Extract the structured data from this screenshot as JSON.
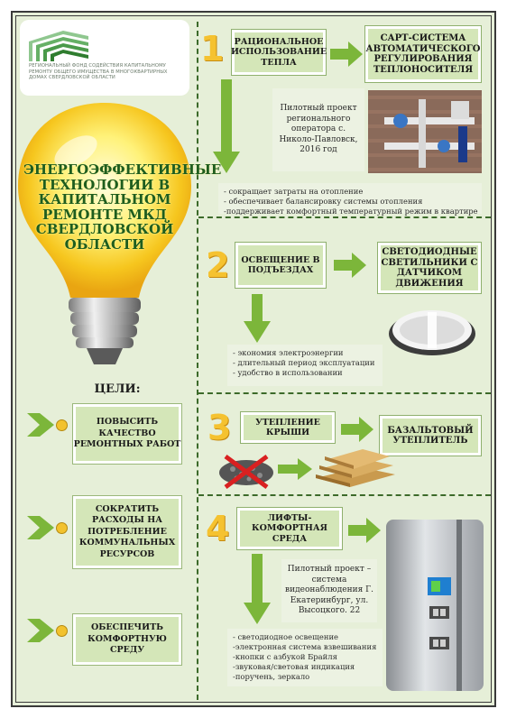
{
  "logo": {
    "org_text": "РЕГИОНАЛЬНЫЙ ФОНД СОДЕЙСТВИЯ КАПИТАЛЬНОМУ РЕМОНТУ ОБЩЕГО ИМУЩЕСТВА В МНОГОКВАРТИРНЫХ ДОМАХ СВЕРДЛОВСКОЙ ОБЛАСТИ"
  },
  "bulb_title": "ЭНЕРГОЭФФЕКТИВНЫЕ ТЕХНОЛОГИИ В КАПИТАЛЬНОМ РЕМОНТЕ МКД СВЕРДЛОВСКОЙ ОБЛАСТИ",
  "goals": {
    "title": "ЦЕЛИ:",
    "items": [
      "ПОВЫСИТЬ КАЧЕСТВО РЕМОНТНЫХ РАБОТ",
      "СОКРАТИТЬ РАСХОДЫ НА ПОТРЕБЛЕНИЕ КОММУНАЛЬНЫХ РЕСУРСОВ",
      "ОБЕСПЕЧИТЬ КОМФОРТНУЮ СРЕДУ"
    ]
  },
  "sections": [
    {
      "number": "1",
      "title": "РАЦИОНАЛЬНОЕ ИСПОЛЬЗОВАНИЕ ТЕПЛА",
      "result": "САРТ-СИСТЕМА АВТОМАТИЧЕСКОГО РЕГУЛИРОВАНИЯ ТЕПЛОНОСИТЕЛЯ",
      "note": "Пилотный проект регионального оператора с. Николо-Павловск, 2016 год",
      "bullets": [
        "- сокращает затраты на отопление",
        "- обеспечивает балансировку системы отопления",
        "-поддерживает комфортный температурный режим в квартире"
      ]
    },
    {
      "number": "2",
      "title": "ОСВЕЩЕНИЕ В ПОДЪЕЗДАХ",
      "result": "СВЕТОДИОДНЫЕ СВЕТИЛЬНИКИ С ДАТЧИКОМ ДВИЖЕНИЯ",
      "bullets": [
        "- экономия электроэнергии",
        "- длительный период эксплуатации",
        "- удобство в использовании"
      ]
    },
    {
      "number": "3",
      "title": "УТЕПЛЕНИЕ КРЫШИ",
      "result": "БАЗАЛЬТОВЫЙ УТЕПЛИТЕЛЬ"
    },
    {
      "number": "4",
      "title": "ЛИФТЫ-КОМФОРТНАЯ СРЕДА",
      "note": "Пилотный проект – система видеонаблюдения Г. Екатеринбург, ул. Высоцкого. 22",
      "bullets": [
        "- светодиодное освещение",
        "-электронная система взвешивания",
        "-кнопки с азбукой Брайля",
        "-звуковая/световая индикация",
        "-поручень, зеркало"
      ]
    }
  ],
  "colors": {
    "background": "#e6efd8",
    "box": "#d4e6b8",
    "arrow": "#7cb63a",
    "number": "#f5c230",
    "title": "#1e5d1e"
  }
}
